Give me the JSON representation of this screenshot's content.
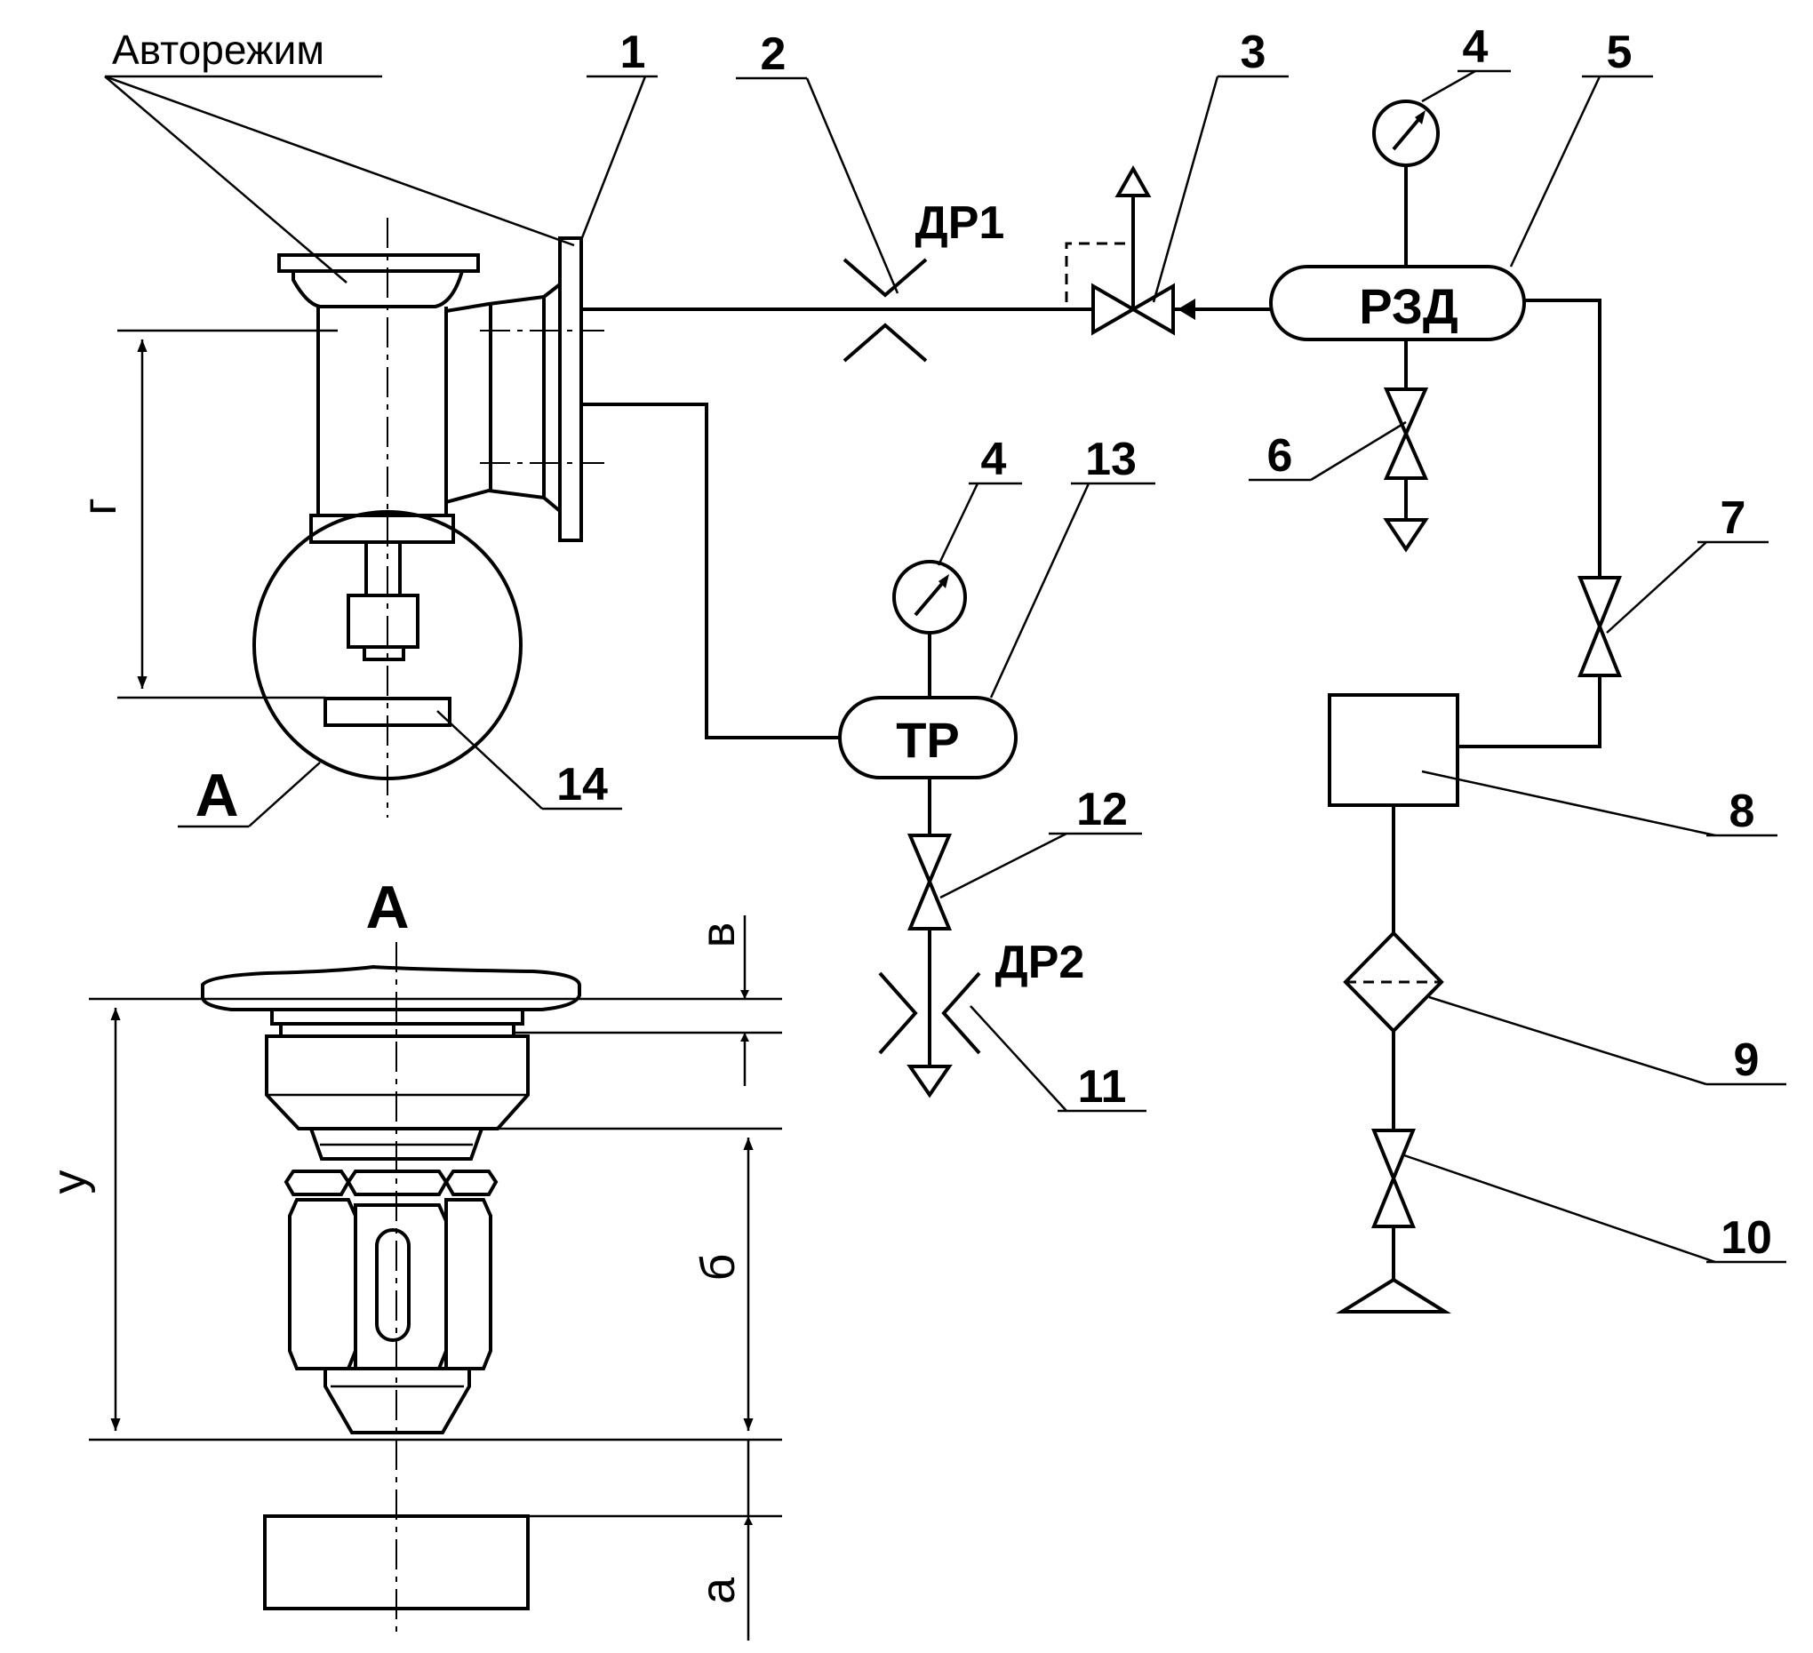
{
  "labels": {
    "auto_mode": "Авторежим",
    "pos1": "1",
    "pos2": "2",
    "pos3": "3",
    "pos4_top": "4",
    "pos4_bottom": "4",
    "pos5": "5",
    "pos6": "6",
    "pos7": "7",
    "pos8": "8",
    "pos9": "9",
    "pos10": "10",
    "pos11": "11",
    "pos12": "12",
    "pos13": "13",
    "pos14": "14"
  },
  "components": {
    "throttle1": "ДР1",
    "throttle2": "ДР2",
    "pressure_regulator": "РЗД",
    "test_receiver": "ТР"
  },
  "view": {
    "callout": "А",
    "title": "А"
  },
  "dimensions": {
    "g": "г",
    "v": "в",
    "u": "у",
    "b": "б",
    "a": "а"
  }
}
